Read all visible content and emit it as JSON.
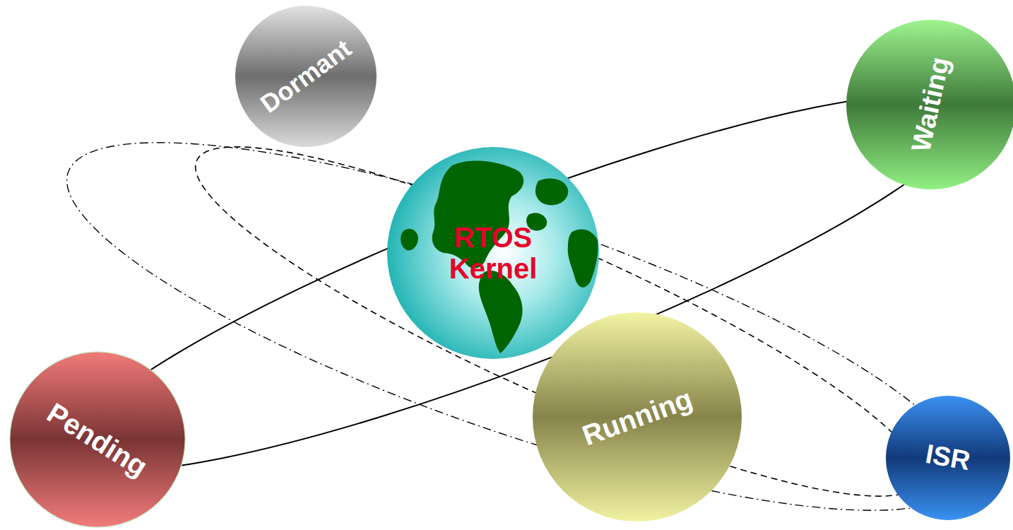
{
  "diagram": {
    "nodes": [
      {
        "text": [
          "Dormant"
        ]
      },
      {
        "text": [
          "Waiting"
        ]
      },
      {
        "text": [
          "RTOS Kernel"
        ]
      },
      {
        "text": [
          "Pending"
        ]
      },
      {
        "text": [
          "Running"
        ]
      },
      {
        "text": [
          "ISR"
        ]
      }
    ]
  }
}
